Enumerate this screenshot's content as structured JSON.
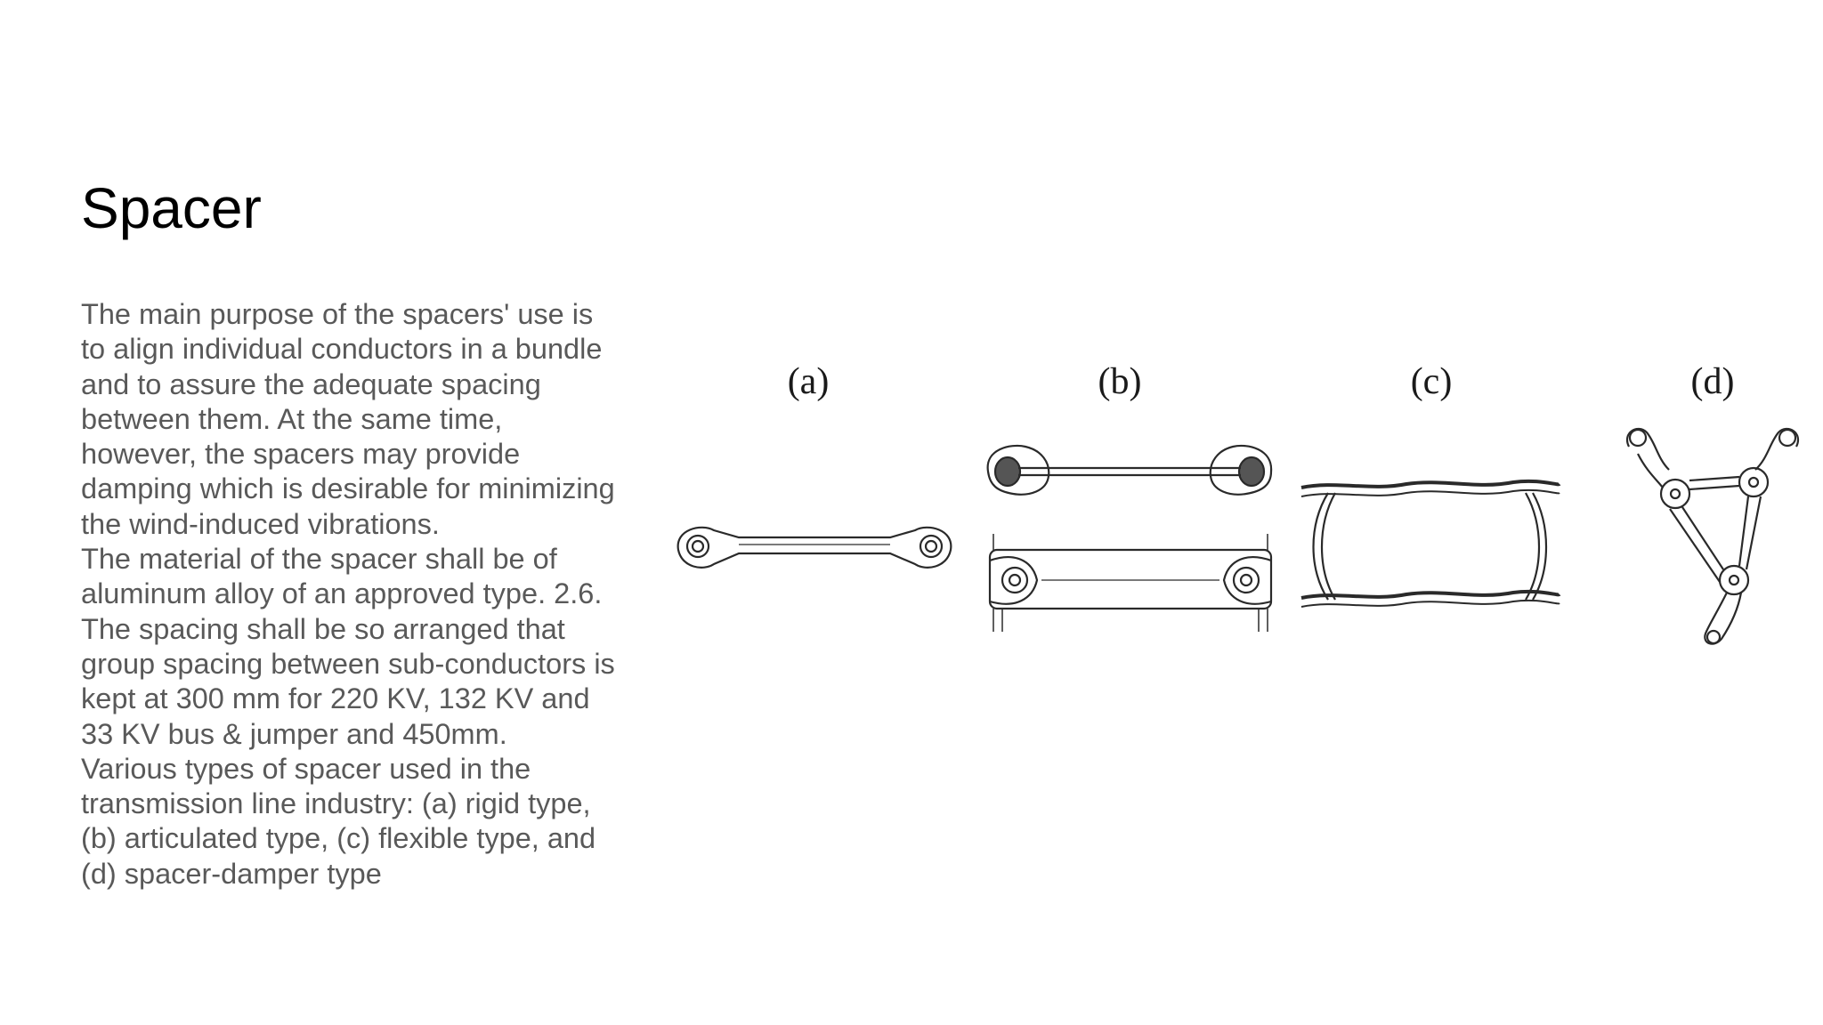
{
  "slide": {
    "title": "Spacer",
    "paragraphs": [
      "The main purpose of the spacers' use is to align individual conductors in a bundle and to assure the adequate spacing between them. At the same time, however, the spacers may provide damping which is desirable for minimizing the wind-induced vibrations.",
      "The material of the spacer shall be of aluminum alloy of an approved type. 2.6. The spacing shall be so arranged that group spacing between sub-conductors is kept at 300 mm for 220 KV, 132 KV and 33 KV bus & jumper and 450mm.",
      "Various types of spacer used in the transmission line industry: (a) rigid type, (b) articulated type, (c) flexible type, and (d) spacer-damper type"
    ]
  },
  "figure": {
    "labels": [
      "(a)",
      "(b)",
      "(c)",
      "(d)"
    ]
  }
}
